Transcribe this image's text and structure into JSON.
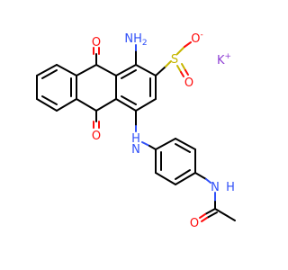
{
  "atoms": {
    "o_top": "O",
    "o_bottom": "O",
    "nh2": "NH",
    "nh2_sub": "2",
    "s": "S",
    "o_s_minus": "O",
    "o_s_minus_charge": "-",
    "o_s_double": "O",
    "k": "K",
    "k_charge": "+",
    "n_amine": "N",
    "n_amine_h": "H",
    "n_amide": "N",
    "n_amide_h": "H",
    "o_amide": "O"
  },
  "colors": {
    "carbon": "#000000",
    "oxygen": "#ff0d0d",
    "nitrogen": "#3050f8",
    "sulfur": "#c6b600",
    "potassium": "#8f40d4"
  }
}
